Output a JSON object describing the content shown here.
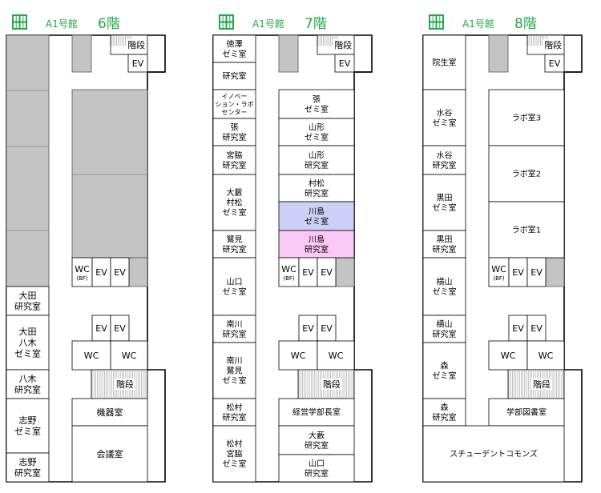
{
  "floors": [
    {
      "title_bldg": "A1号館",
      "title_floor": "6階",
      "rooms": {
        "r6-kaidan": "階段",
        "r6-ev-top": "EV",
        "r6-wc-bf": "WC",
        "r6-wc-bf-sub": "(BF)",
        "r6-ev-a": "EV",
        "r6-ev-b": "EV",
        "r6-oota-lab": "大田\n研究室",
        "r6-oota-yagi-seminar": "大田\n八木\nゼミ室",
        "r6-ev-c": "EV",
        "r6-ev-d": "EV",
        "r6-wc-a": "WC",
        "r6-wc-b": "WC",
        "r6-yagi-lab": "八木\n研究室",
        "r6-kaidan-lower": "階段",
        "r6-shino-seminar": "志野\nゼミ室",
        "r6-kiki": "機器室",
        "r6-kaigi": "会議室",
        "r6-shino-lab": "志野\n研究室"
      }
    },
    {
      "title_bldg": "A1号館",
      "title_floor": "7階",
      "rooms": {
        "r7-tokuzawa-seminar": "徳澤\nゼミ室",
        "r7-kaidan": "階段",
        "r7-ev-top": "EV",
        "r7-lab": "研究室",
        "r7-innovation": "イノベー\nション・ラボ\nセンター",
        "r7-chou-seminar": "張\nゼミ室",
        "r7-chou-lab": "張\n研究室",
        "r7-yamagata-seminar": "山形\nゼミ室",
        "r7-miyawaki-lab": "宮脇\n研究室",
        "r7-yamagata-lab": "山形\n研究室",
        "r7-oyabu-muramatsu-seminar": "大藪\n村松\nゼミ室",
        "r7-muramatsu-lab": "村松\n研究室",
        "r7-kawashima-seminar": "川島\nゼミ室",
        "r7-sagimi-lab": "鷺見\n研究室",
        "r7-kawashima-lab": "川島\n研究室",
        "r7-yamaguchi-seminar": "山口\nゼミ室",
        "r7-wc-bf": "WC",
        "r7-wc-bf-sub": "(BF)",
        "r7-ev-a": "EV",
        "r7-ev-b": "EV",
        "r7-minamikawa-lab": "南川\n研究室",
        "r7-ev-c": "EV",
        "r7-ev-d": "EV",
        "r7-minamikawa-sagimi-seminar": "南川\n鷺見\nゼミ室",
        "r7-wc-a": "WC",
        "r7-wc-b": "WC",
        "r7-kaidan-lower": "階段",
        "r7-matsumura-lab": "松村\n研究室",
        "r7-dean": "経営学部長室",
        "r7-matsumura-miyawaki-seminar": "松村\n宮脇\nゼミ室",
        "r7-oyabu-lab": "大藪\n研究室",
        "r7-yamaguchi-lab": "山口\n研究室"
      }
    },
    {
      "title_bldg": "A1号館",
      "title_floor": "8階",
      "rooms": {
        "r8-graduate": "院生室",
        "r8-kaidan": "階段",
        "r8-ev-top": "EV",
        "r8-mizutani-seminar": "水谷\nゼミ室",
        "r8-lab3": "ラボ室3",
        "r8-mizutani-lab": "水谷\n研究室",
        "r8-lab2": "ラボ室2",
        "r8-kuroda-seminar": "黒田\nゼミ室",
        "r8-lab1": "ラボ室1",
        "r8-kuroda-lab": "黒田\n研究室",
        "r8-yokoyama-seminar": "横山\nゼミ室",
        "r8-wc-bf": "WC",
        "r8-wc-bf-sub": "(BF)",
        "r8-ev-a": "EV",
        "r8-ev-b": "EV",
        "r8-yokoyama-lab": "横山\n研究室",
        "r8-ev-c": "EV",
        "r8-ev-d": "EV",
        "r8-mori-seminar": "森\nゼミ室",
        "r8-wc-a": "WC",
        "r8-wc-b": "WC",
        "r8-kaidan-lower": "階段",
        "r8-mori-lab": "森\n研究室",
        "r8-library": "学部図書室",
        "r8-commons": "スチューデントコモンズ"
      }
    }
  ],
  "colors": {
    "title_green": "#22a84a",
    "gray_area": "#c4c4c4",
    "kawashima_seminar": "#cdd0f6",
    "kawashima_lab": "#f9c8f4"
  }
}
